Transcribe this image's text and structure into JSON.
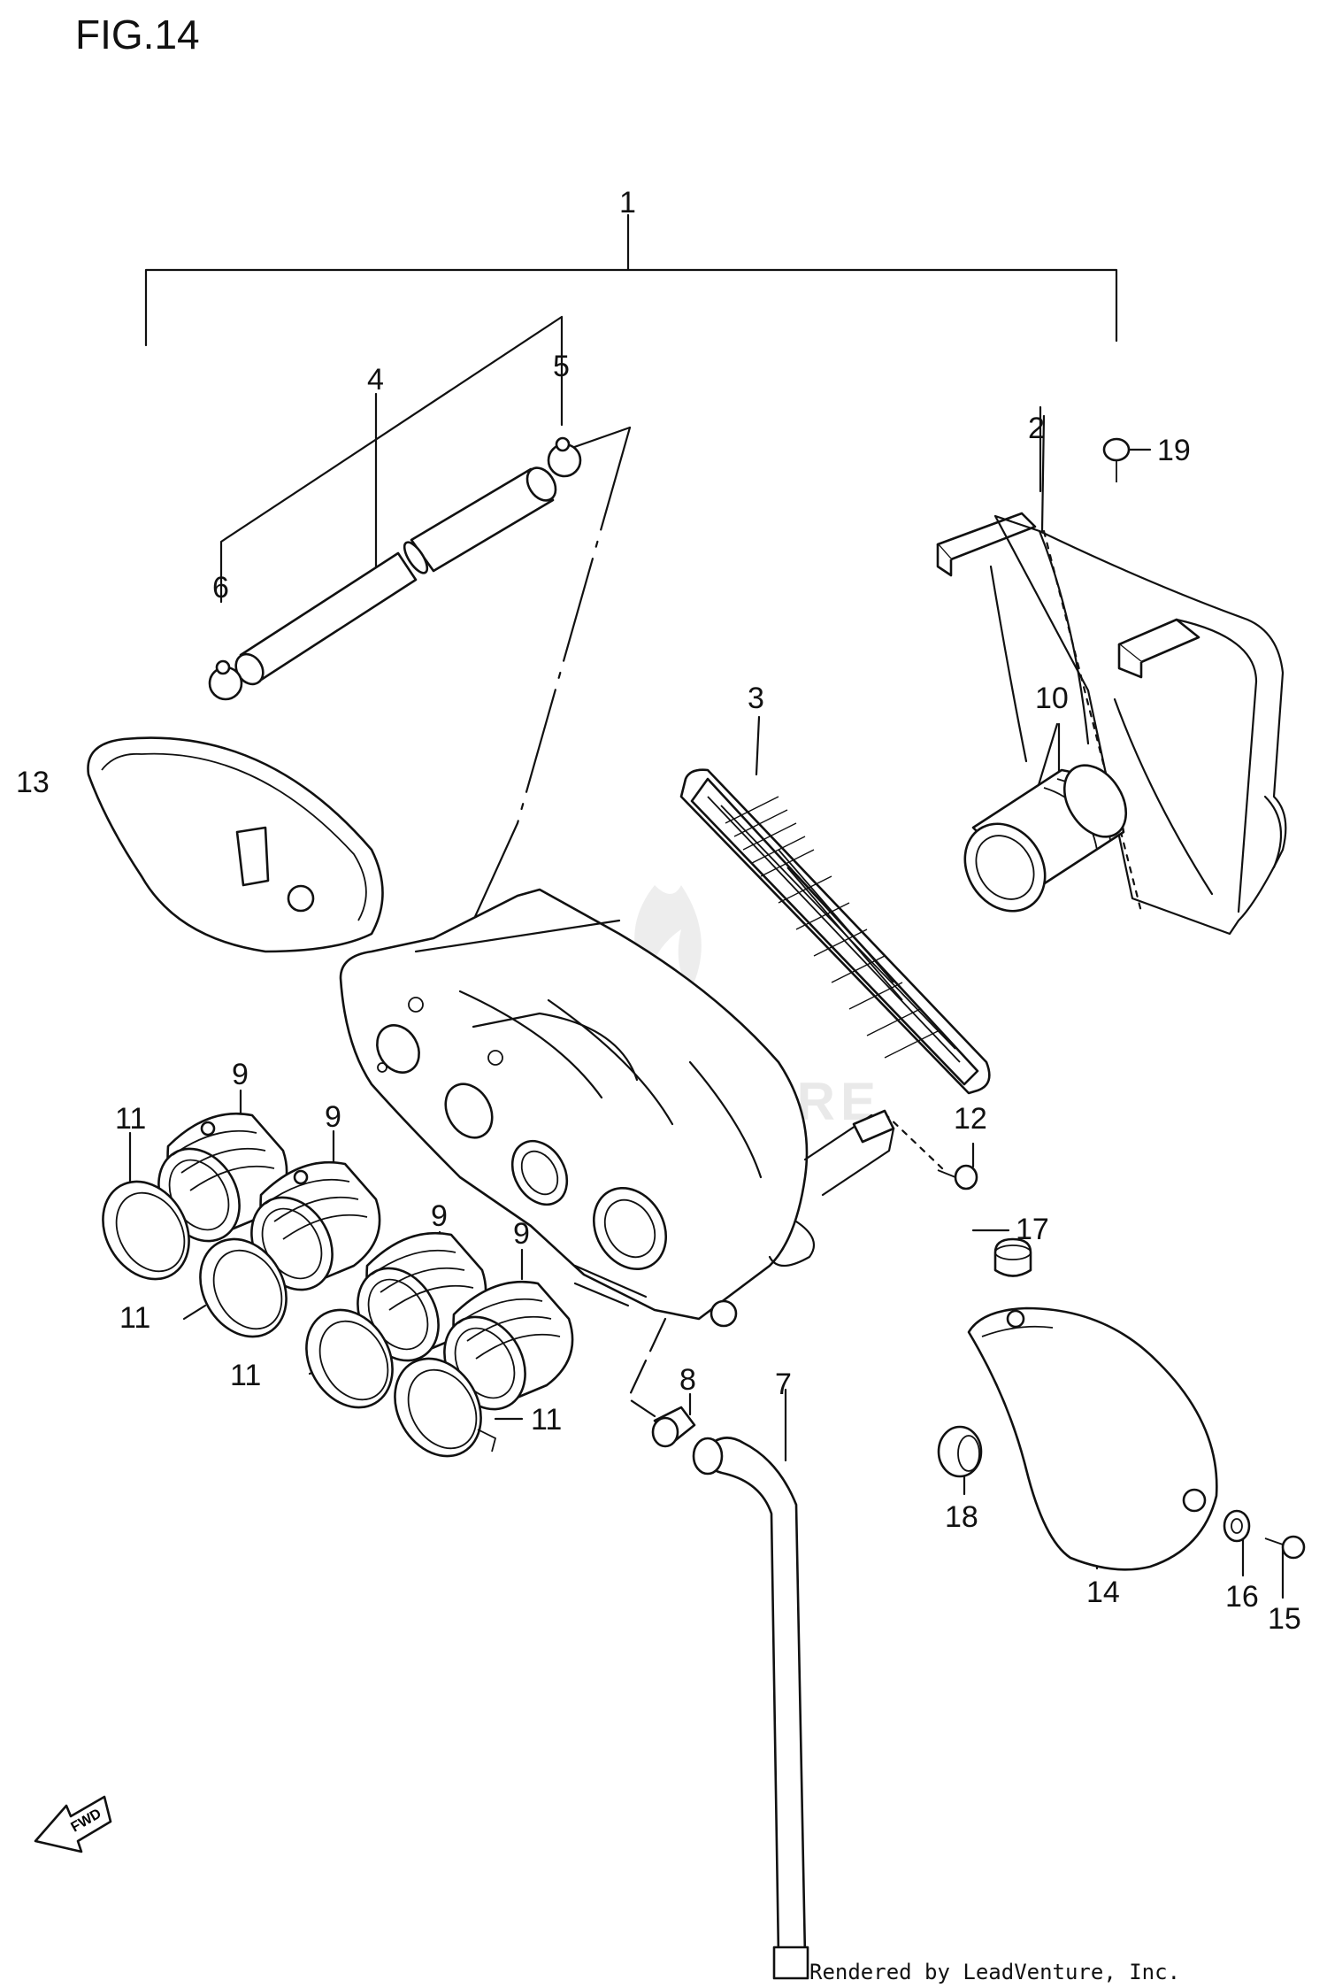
{
  "figure": {
    "title": "FIG.14"
  },
  "watermark": "LEADVENTURE",
  "credit": "Rendered by LeadVenture, Inc.",
  "fwd_label": "FWD",
  "callouts": [
    "1",
    "2",
    "3",
    "4",
    "5",
    "6",
    "7",
    "8",
    "9",
    "9",
    "9",
    "9",
    "10",
    "11",
    "11",
    "11",
    "11",
    "12",
    "13",
    "14",
    "15",
    "16",
    "17",
    "18",
    "19"
  ]
}
